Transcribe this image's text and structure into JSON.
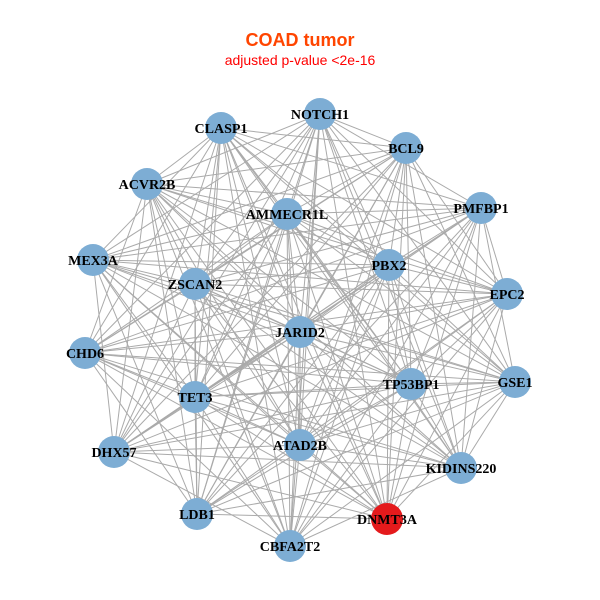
{
  "title": "COAD tumor",
  "subtitle": "adjusted p-value <2e-16",
  "colors": {
    "node": "#7DADD4",
    "highlight": "#E41A1C",
    "edge": "#AAAAAA",
    "title": "#FF4500",
    "subtitle": "#FF0000"
  },
  "network": {
    "nodes": [
      {
        "id": "NOTCH1"
      },
      {
        "id": "CLASP1"
      },
      {
        "id": "BCL9"
      },
      {
        "id": "ACVR2B"
      },
      {
        "id": "PMFBP1"
      },
      {
        "id": "AMMECR1L"
      },
      {
        "id": "MEX3A"
      },
      {
        "id": "PBX2"
      },
      {
        "id": "ZSCAN2"
      },
      {
        "id": "EPC2"
      },
      {
        "id": "JARID2"
      },
      {
        "id": "CHD6"
      },
      {
        "id": "TP53BP1"
      },
      {
        "id": "GSE1"
      },
      {
        "id": "TET3"
      },
      {
        "id": "DHX57"
      },
      {
        "id": "ATAD2B"
      },
      {
        "id": "KIDINS220"
      },
      {
        "id": "LDB1"
      },
      {
        "id": "DNMT3A",
        "highlight": true
      },
      {
        "id": "CBFA2T2"
      }
    ],
    "missing_edges": [
      [
        "MEX3A",
        "CHD6"
      ],
      [
        "BCL9",
        "PMFBP1"
      ],
      [
        "EPC2",
        "GSE1"
      ],
      [
        "LDB1",
        "CBFA2T2"
      ],
      [
        "KIDINS220",
        "DNMT3A"
      ],
      [
        "ACVR2B",
        "MEX3A"
      ],
      [
        "NOTCH1",
        "CLASP1"
      ],
      [
        "DHX57",
        "LDB1"
      ],
      [
        "CHD6",
        "DHX57"
      ],
      [
        "CBFA2T2",
        "DNMT3A"
      ]
    ]
  }
}
